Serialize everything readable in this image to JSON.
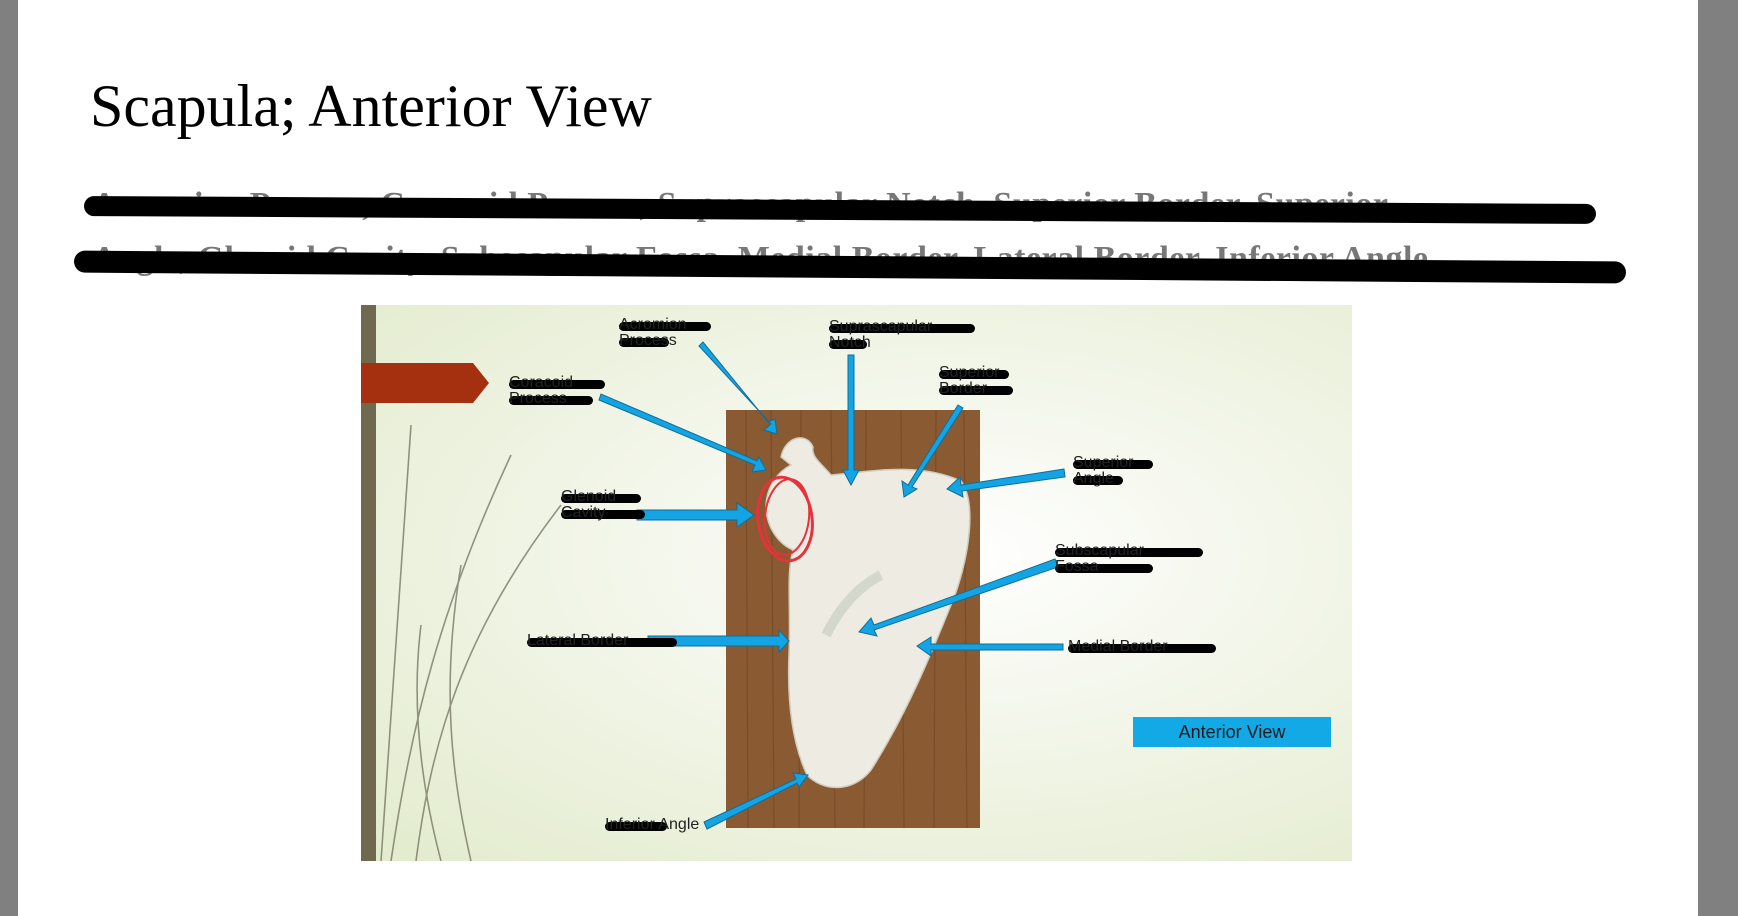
{
  "document": {
    "title": "Scapula; Anterior View",
    "terms_line_1": "Acromion Process, Coracoid Process, Suprascapular Notch, Superior Border, Superior",
    "terms_line_2": "Angle, Glenoid Cavity, Subscapular Fossa, Medial Border, Lateral Border, Inferior Angle"
  },
  "slide": {
    "view_tag": "Anterior View",
    "labels": {
      "acromion": [
        "Acromion",
        "Process"
      ],
      "suprascapular": [
        "Suprascapular",
        "Notch"
      ],
      "superior_border": [
        "Superior",
        "Border"
      ],
      "coracoid": [
        "Coracoid",
        "Process"
      ],
      "superior_angle": [
        "Superior",
        "Angle"
      ],
      "glenoid": [
        "Glenoid",
        "Cavity"
      ],
      "subscapular": [
        "Subscapular",
        "Fossa"
      ],
      "lateral_border": "Lateral Border",
      "medial_border": "Medial Border",
      "inferior_angle": "Inferior Angle"
    },
    "colors": {
      "arrow": "#14a3e3",
      "accent_tab": "#a5300f",
      "sidebar": "#6f6a4f",
      "wood": "#8a5a32",
      "bone": "#eeece2",
      "circle": "#e8313a",
      "redaction": "#000000"
    }
  }
}
